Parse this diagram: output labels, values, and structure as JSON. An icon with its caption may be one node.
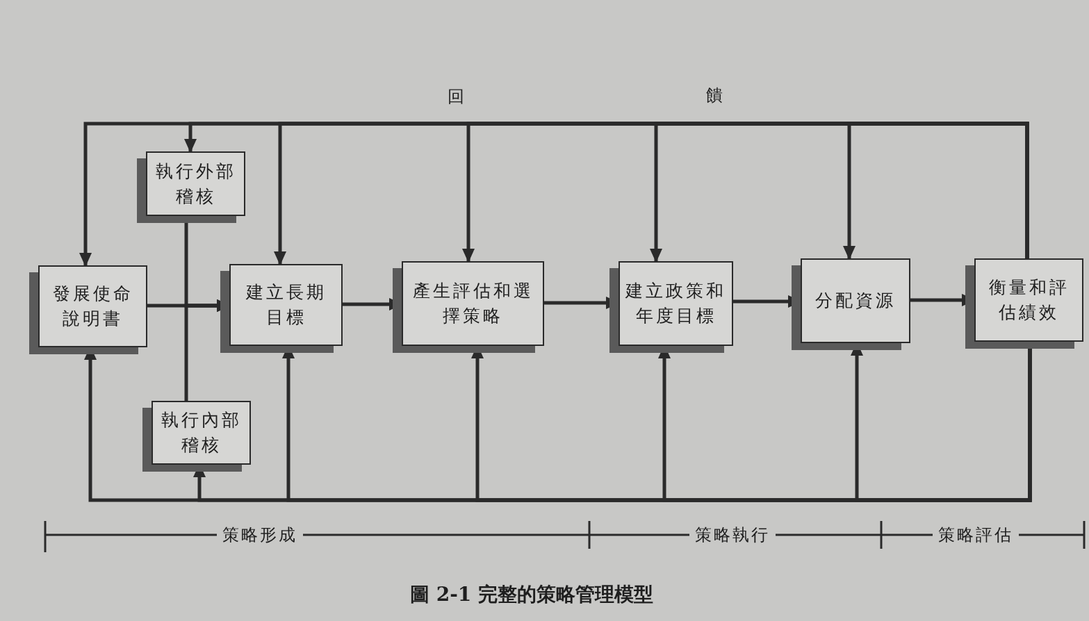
{
  "diagram": {
    "caption": "圖 2-1 完整的策略管理模型",
    "nodes": [
      {
        "text": [
          "發展使命說明書"
        ]
      },
      {
        "text": [
          "執行外部稽核"
        ]
      },
      {
        "text": [
          "執行內部稽核"
        ]
      },
      {
        "text": [
          "建立長期目標"
        ]
      },
      {
        "text": [
          "產生評估和選擇策略"
        ]
      },
      {
        "text": [
          "建立政策和年度目標"
        ]
      },
      {
        "text": [
          "分配資源"
        ]
      },
      {
        "text": [
          "衡量和評估績效"
        ]
      }
    ],
    "edges": [
      {
        "from": 0,
        "to": 3,
        "arrow": "to"
      },
      {
        "from": 1,
        "to": 3,
        "arrow": "to"
      },
      {
        "from": 2,
        "to": 3,
        "arrow": "to"
      },
      {
        "from": 3,
        "to": 4,
        "arrow": "to"
      },
      {
        "from": 4,
        "to": 5,
        "arrow": "to"
      },
      {
        "from": 5,
        "to": 6,
        "arrow": "to"
      },
      {
        "from": 6,
        "to": 7,
        "arrow": "to"
      },
      {
        "from": 7,
        "to": 0,
        "arrow": "to"
      },
      {
        "from": 7,
        "to": 1,
        "arrow": "to"
      },
      {
        "from": 7,
        "to": 3,
        "arrow": "to"
      },
      {
        "from": 7,
        "to": 4,
        "arrow": "to"
      },
      {
        "from": 7,
        "to": 5,
        "arrow": "to"
      },
      {
        "from": 7,
        "to": 6,
        "arrow": "to"
      },
      {
        "from": 7,
        "to": 0,
        "arrow": "to"
      },
      {
        "from": 7,
        "to": 2,
        "arrow": "to"
      },
      {
        "from": 7,
        "to": 3,
        "arrow": "to"
      },
      {
        "from": 7,
        "to": 4,
        "arrow": "to"
      },
      {
        "from": 7,
        "to": 5,
        "arrow": "to"
      },
      {
        "from": 7,
        "to": 6,
        "arrow": "to"
      }
    ],
    "labels": [
      "回",
      "饋",
      "策略形成",
      "策略執行",
      "策略評估"
    ]
  }
}
